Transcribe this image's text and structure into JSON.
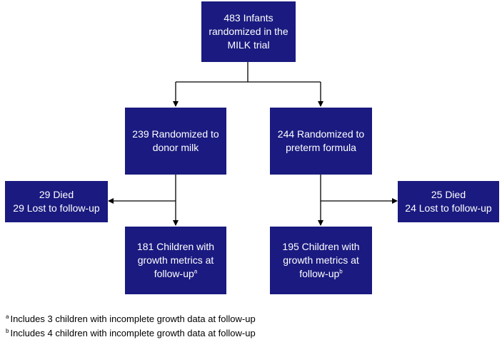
{
  "boxes": {
    "root": {
      "lines": [
        "483 Infants",
        "randomized in the",
        "MILK trial"
      ]
    },
    "donor": {
      "lines": [
        "239 Randomized to",
        "donor milk"
      ]
    },
    "formula": {
      "lines": [
        "244 Randomized to",
        "preterm formula"
      ]
    },
    "donor_lost": {
      "lines": [
        "29 Died",
        "29 Lost to follow-up"
      ]
    },
    "formula_lost": {
      "lines": [
        "25 Died",
        "24 Lost to follow-up"
      ]
    },
    "donor_final": {
      "lines": [
        "181 Children with",
        "growth metrics at",
        "follow-up"
      ],
      "marker": "a"
    },
    "formula_final": {
      "lines": [
        "195 Children with",
        "growth metrics at",
        "follow-up"
      ],
      "marker": "b"
    }
  },
  "footnotes": [
    {
      "marker": "a",
      "text": "Includes 3 children with incomplete growth data at follow-up"
    },
    {
      "marker": "b",
      "text": "Includes 4 children with incomplete growth data at follow-up"
    }
  ],
  "colors": {
    "box_fill": "#1a1a80",
    "box_text": "#ffffff",
    "line": "#000000"
  }
}
